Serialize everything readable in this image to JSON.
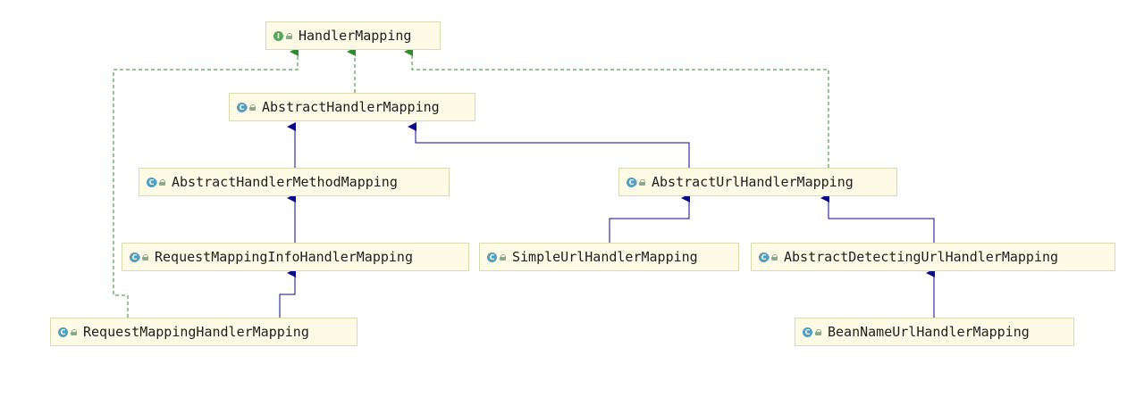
{
  "diagram": {
    "nodes": {
      "handler_mapping": {
        "label": "HandlerMapping",
        "kind": "interface",
        "badge": "I"
      },
      "abstract_handler_mapping": {
        "label": "AbstractHandlerMapping",
        "kind": "abstract-class",
        "badge": "C"
      },
      "abstract_handler_method_mapping": {
        "label": "AbstractHandlerMethodMapping",
        "kind": "abstract-class",
        "badge": "C"
      },
      "abstract_url_handler_mapping": {
        "label": "AbstractUrlHandlerMapping",
        "kind": "abstract-class",
        "badge": "C"
      },
      "request_mapping_info_handler_mapping": {
        "label": "RequestMappingInfoHandlerMapping",
        "kind": "abstract-class",
        "badge": "C"
      },
      "simple_url_handler_mapping": {
        "label": "SimpleUrlHandlerMapping",
        "kind": "class",
        "badge": "C"
      },
      "abstract_detecting_url_handler_mapping": {
        "label": "AbstractDetectingUrlHandlerMapping",
        "kind": "abstract-class",
        "badge": "C"
      },
      "request_mapping_handler_mapping": {
        "label": "RequestMappingHandlerMapping",
        "kind": "class",
        "badge": "C"
      },
      "bean_name_url_handler_mapping": {
        "label": "BeanNameUrlHandlerMapping",
        "kind": "class",
        "badge": "C"
      }
    },
    "edges": [
      {
        "from": "abstract_handler_mapping",
        "to": "handler_mapping",
        "type": "implements"
      },
      {
        "from": "abstract_url_handler_mapping",
        "to": "handler_mapping",
        "type": "implements"
      },
      {
        "from": "request_mapping_handler_mapping",
        "to": "handler_mapping",
        "type": "implements"
      },
      {
        "from": "abstract_handler_method_mapping",
        "to": "abstract_handler_mapping",
        "type": "extends"
      },
      {
        "from": "abstract_url_handler_mapping",
        "to": "abstract_handler_mapping",
        "type": "extends"
      },
      {
        "from": "request_mapping_info_handler_mapping",
        "to": "abstract_handler_method_mapping",
        "type": "extends"
      },
      {
        "from": "request_mapping_handler_mapping",
        "to": "request_mapping_info_handler_mapping",
        "type": "extends"
      },
      {
        "from": "simple_url_handler_mapping",
        "to": "abstract_url_handler_mapping",
        "type": "extends"
      },
      {
        "from": "abstract_detecting_url_handler_mapping",
        "to": "abstract_url_handler_mapping",
        "type": "extends"
      },
      {
        "from": "bean_name_url_handler_mapping",
        "to": "abstract_detecting_url_handler_mapping",
        "type": "extends"
      }
    ],
    "colors": {
      "extends": "#0a0a8c",
      "implements": "#2e8b2e",
      "node_fill": "#fdfbe6",
      "node_border": "#dcd8b0",
      "interface_badge": "#5aa55a",
      "class_badge": "#4e9fc2"
    }
  }
}
